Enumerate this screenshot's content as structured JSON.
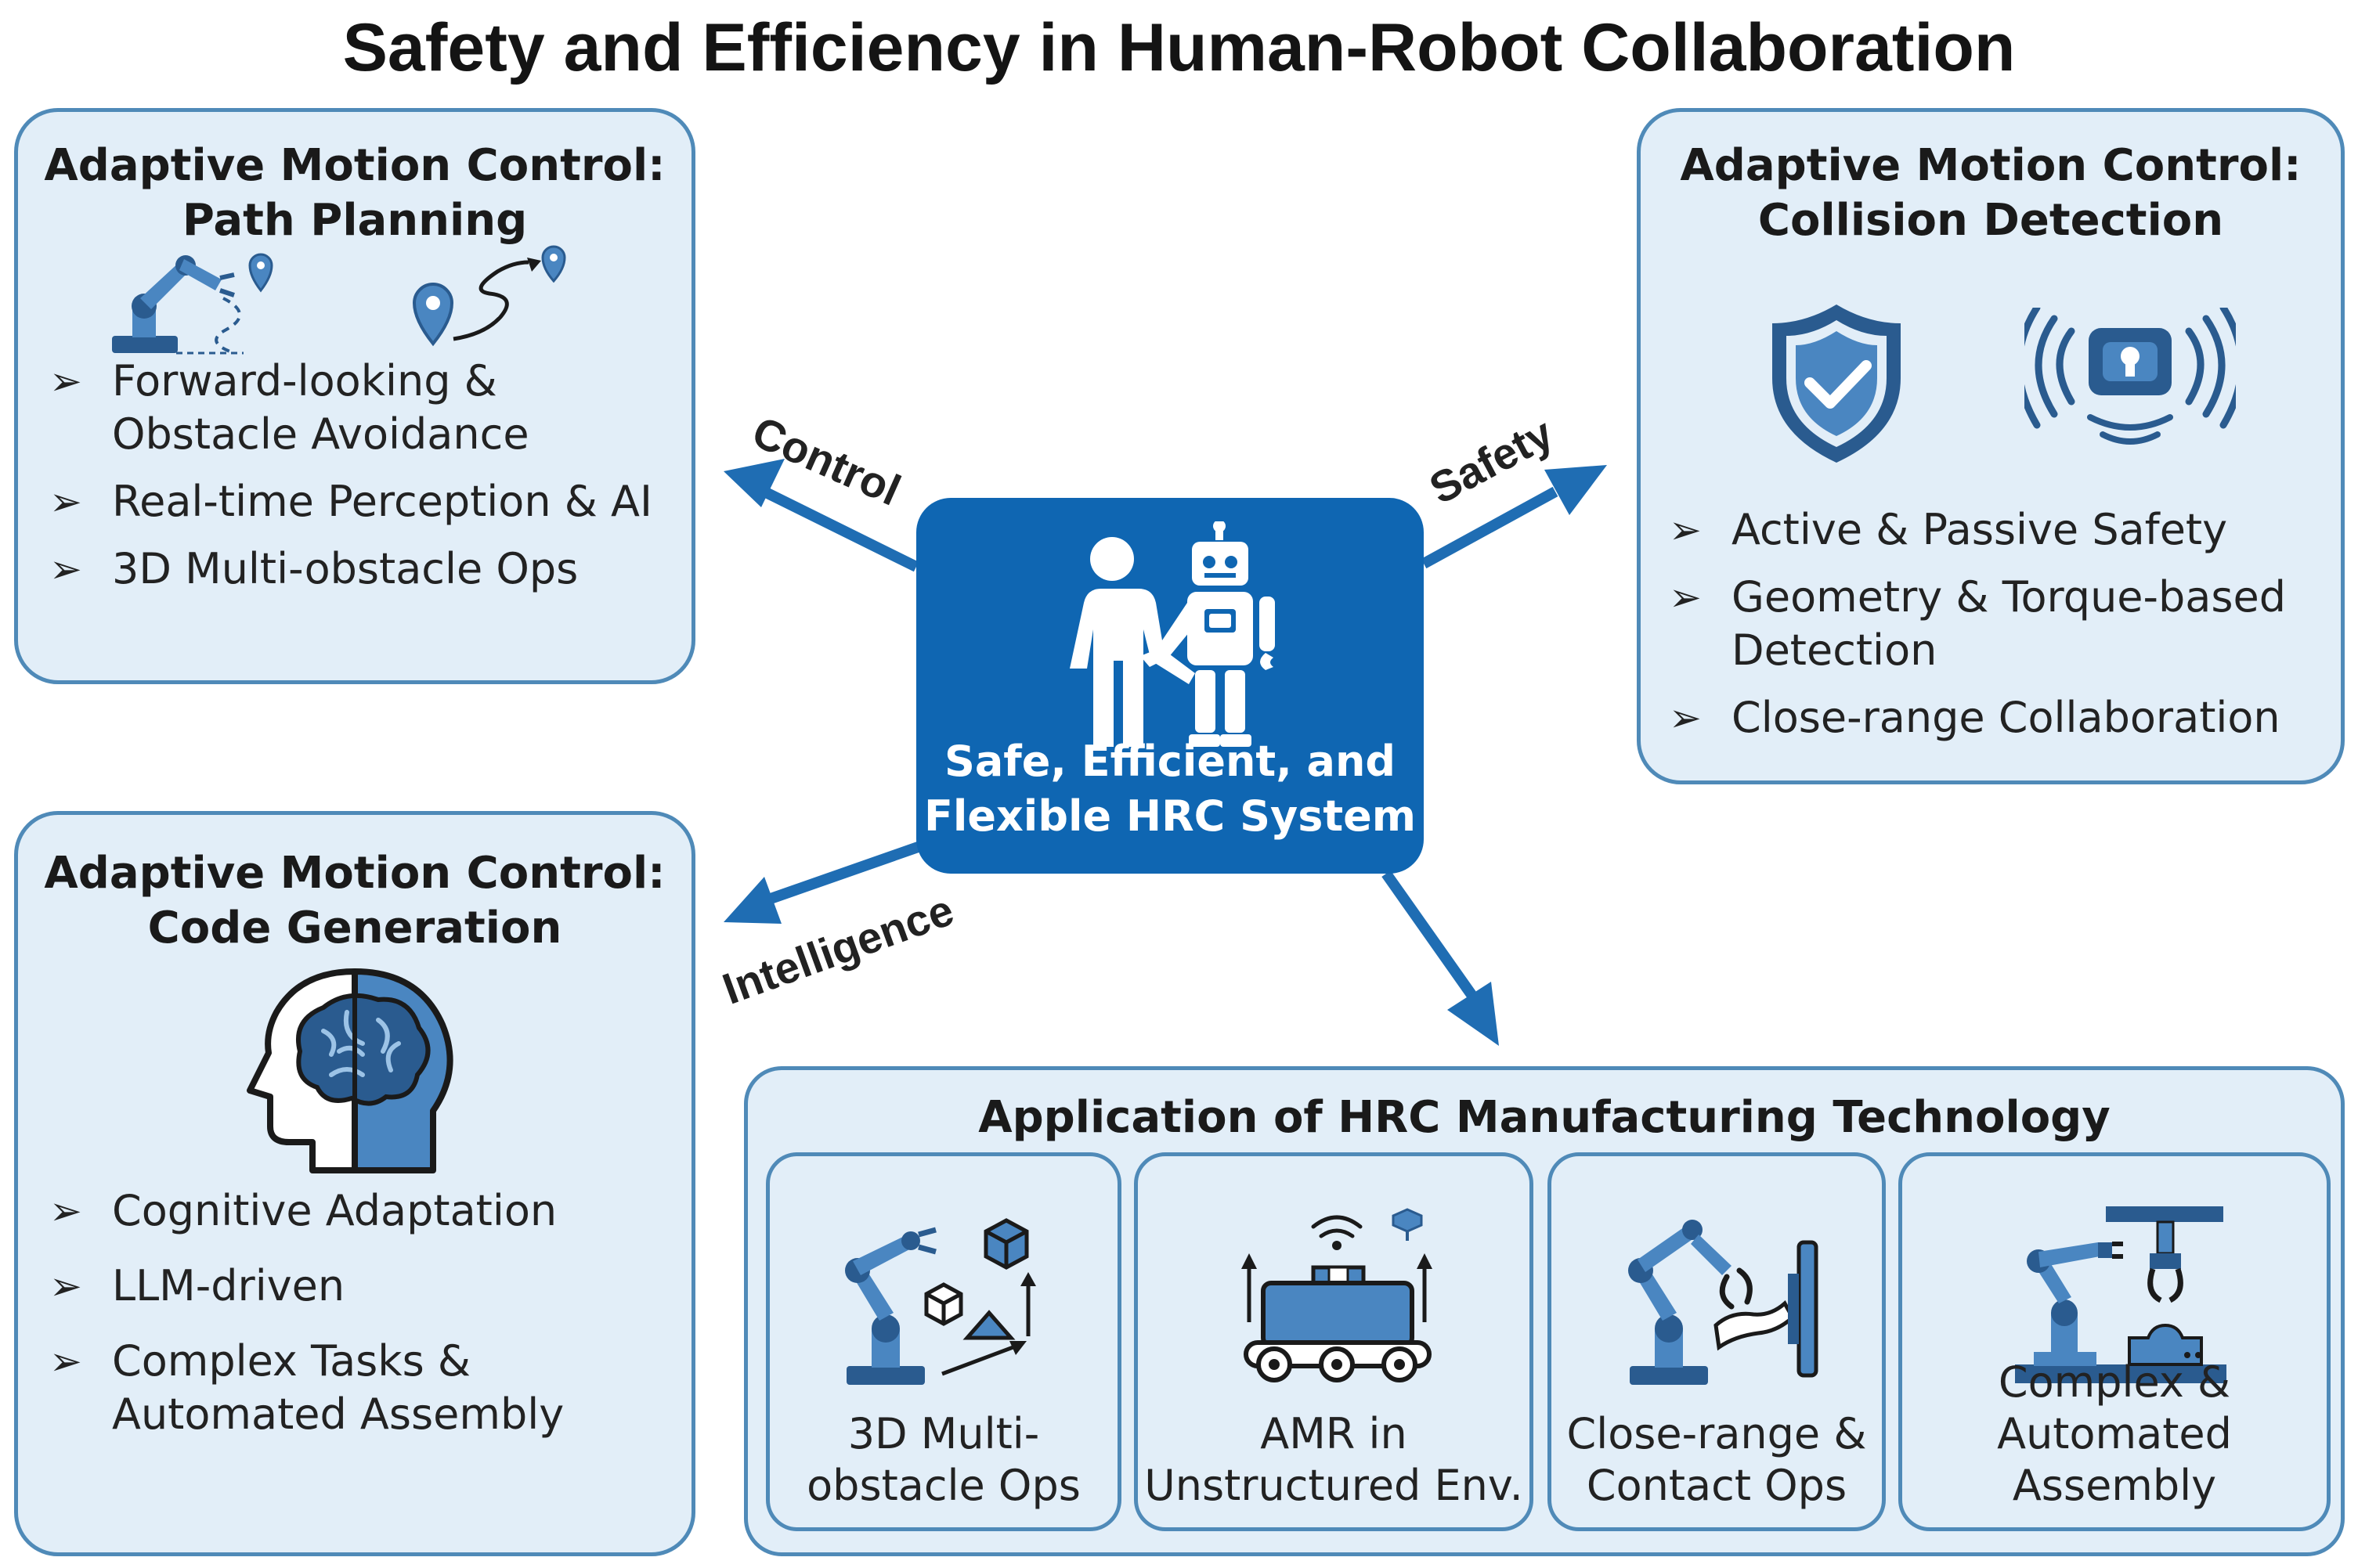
{
  "title": "Safety and Efficiency in Human-Robot Collaboration",
  "colors": {
    "accent": "#0f66b2",
    "panel_fill": "#e2eef8",
    "panel_border": "#4f8ab8",
    "icon_dark": "#2a5b8f",
    "icon_mid": "#4a86c1"
  },
  "center": {
    "icon": "human-robot-handshake-icon",
    "line1": "Safe, Efficient, and",
    "line2": "Flexible HRC System"
  },
  "arrows": {
    "control": "Control",
    "safety": "Safety",
    "intelligence": "Intelligence"
  },
  "panels": {
    "path_planning": {
      "title_line1": "Adaptive Motion Control:",
      "title_line2": "Path Planning",
      "icons": [
        "robot-arm-icon",
        "map-pin-path-icon"
      ],
      "bullets": [
        {
          "line1": "Forward-looking &",
          "line2": "Obstacle Avoidance"
        },
        {
          "line1": "Real-time Perception & AI"
        },
        {
          "line1": "3D Multi-obstacle Ops"
        }
      ]
    },
    "collision": {
      "title_line1": "Adaptive Motion Control:",
      "title_line2": "Collision Detection",
      "icons": [
        "shield-check-icon",
        "sensor-signal-icon"
      ],
      "bullets": [
        {
          "line1": "Active & Passive Safety"
        },
        {
          "line1": "Geometry & Torque-based",
          "line2": "Detection"
        },
        {
          "line1": "Close-range Collaboration"
        }
      ]
    },
    "code_gen": {
      "title_line1": "Adaptive Motion Control:",
      "title_line2": "Code Generation",
      "icons": [
        "brain-head-icon"
      ],
      "bullets": [
        {
          "line1": "Cognitive Adaptation"
        },
        {
          "line1": "LLM-driven"
        },
        {
          "line1": "Complex Tasks &",
          "line2": "Automated Assembly"
        }
      ]
    }
  },
  "application": {
    "title": "Application of HRC Manufacturing Technology",
    "items": [
      {
        "icon": "robot-arm-boxes-icon",
        "line1": "3D Multi-",
        "line2": "obstacle Ops"
      },
      {
        "icon": "amr-cart-icon",
        "line1": "AMR in",
        "line2": "Unstructured Env."
      },
      {
        "icon": "robot-arm-hand-icon",
        "line1": "Close-range &",
        "line2": "Contact Ops"
      },
      {
        "icon": "robot-arm-gripper-icon",
        "line1": "Complex &",
        "line2": "Automated Assembly"
      }
    ]
  },
  "bullet_glyph": "➢"
}
